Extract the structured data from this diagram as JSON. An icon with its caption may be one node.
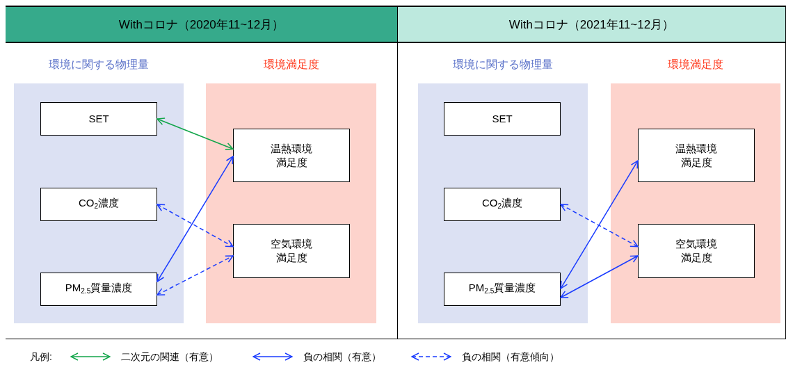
{
  "diagram": {
    "nodes": [
      {
        "text": [
          "Withコロナ（2020年11~12月）"
        ]
      },
      {
        "text": [
          "環境に関する物理量"
        ],
        "in": 0
      },
      {
        "text": [
          "SET"
        ],
        "in": 1
      },
      {
        "text": [
          "CO$_{2}$濃度"
        ],
        "in": 1
      },
      {
        "text": [
          "PM$_{2.5}$質量濃度"
        ],
        "in": 1
      },
      {
        "text": [
          "環境満足度"
        ],
        "in": 0
      },
      {
        "text": [
          "温熱環境満足度"
        ],
        "in": 5
      },
      {
        "text": [
          "空気環境満足度"
        ],
        "in": 5
      },
      {
        "text": [
          "Withコロナ（2021年11~12月）"
        ]
      },
      {
        "text": [
          "環境に関する物理量"
        ],
        "in": 8
      },
      {
        "text": [
          "SET"
        ],
        "in": 9
      },
      {
        "text": [
          "CO$_{2}$濃度"
        ],
        "in": 9
      },
      {
        "text": [
          "PM$_{2.5}$質量濃度"
        ],
        "in": 9
      },
      {
        "text": [
          "環境満足度"
        ],
        "in": 8
      },
      {
        "text": [
          "温熱環境満足度"
        ],
        "in": 13
      },
      {
        "text": [
          "空気環境満足度"
        ],
        "in": 13
      }
    ],
    "edges": [
      {
        "from": 2,
        "to": 6,
        "arrow": "both",
        "color": "#12a54a"
      },
      {
        "from": 3,
        "to": 7,
        "arrow": "both",
        "style": "dashed"
      },
      {
        "from": 4,
        "to": 6,
        "arrow": "both"
      },
      {
        "from": 4,
        "to": 7,
        "arrow": "both",
        "style": "dashed"
      },
      {
        "from": 11,
        "to": 15,
        "arrow": "both",
        "style": "dashed"
      },
      {
        "from": 12,
        "to": 14,
        "arrow": "both"
      },
      {
        "from": 12,
        "to": 15,
        "arrow": "both"
      }
    ],
    "labels": [
      "凡例:"
    ],
    "legend": [
      {
        "text": "二次元の関連（有意）"
      },
      {
        "text": "負の相関（有意）"
      },
      {
        "text": "負の相関（有意傾向）"
      }
    ]
  }
}
